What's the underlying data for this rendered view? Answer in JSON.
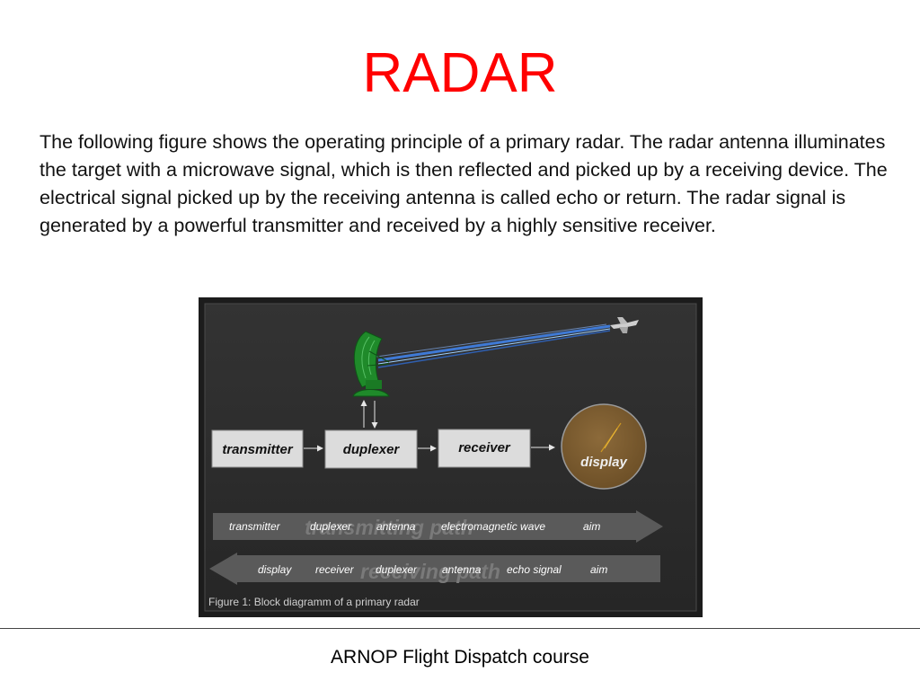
{
  "slide": {
    "title": "RADAR",
    "body": "The following figure shows the operating principle of a primary radar. The radar antenna illuminates the target with a microwave signal, which is then reflected and picked up by a receiving device. The electrical signal picked up by the receiving antenna is called echo or return. The radar signal is generated by a powerful transmitter and received by a highly sensitive receiver.",
    "footer": "ARNOP Flight Dispatch course"
  },
  "figure": {
    "blocks": {
      "transmitter": "transmitter",
      "duplexer": "duplexer",
      "receiver": "receiver",
      "display": "display"
    },
    "transmitting_path": {
      "watermark": "transmitting path",
      "steps": [
        "transmitter",
        "duplexer",
        "antenna",
        "electromagnetic wave",
        "aim"
      ]
    },
    "receiving_path": {
      "watermark": "receiving path",
      "steps": [
        "display",
        "receiver",
        "duplexer",
        "antenna",
        "echo signal",
        "aim"
      ]
    },
    "caption": "Figure 1: Block diagramm of a primary radar"
  },
  "colors": {
    "title": "#ff0000",
    "figure_bg": "#2b2b2b",
    "block_fill": "#dcdcdc",
    "display_fill": "#7a5a2e",
    "antenna": "#1f8a2a",
    "beam": "#4f8fe8"
  }
}
